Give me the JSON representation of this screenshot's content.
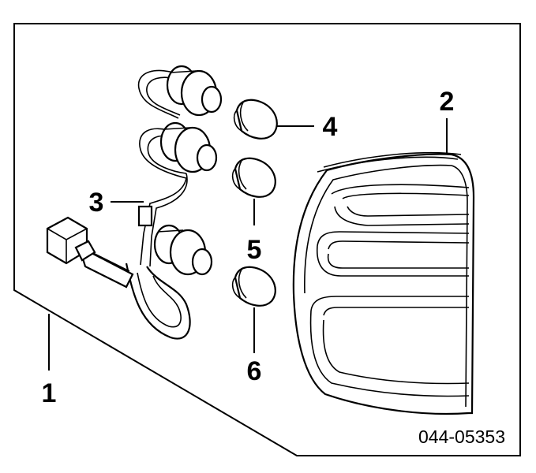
{
  "callouts": {
    "c1": "1",
    "c2": "2",
    "c3": "3",
    "c4": "4",
    "c5": "5",
    "c6": "6"
  },
  "part_number": "044-05353"
}
